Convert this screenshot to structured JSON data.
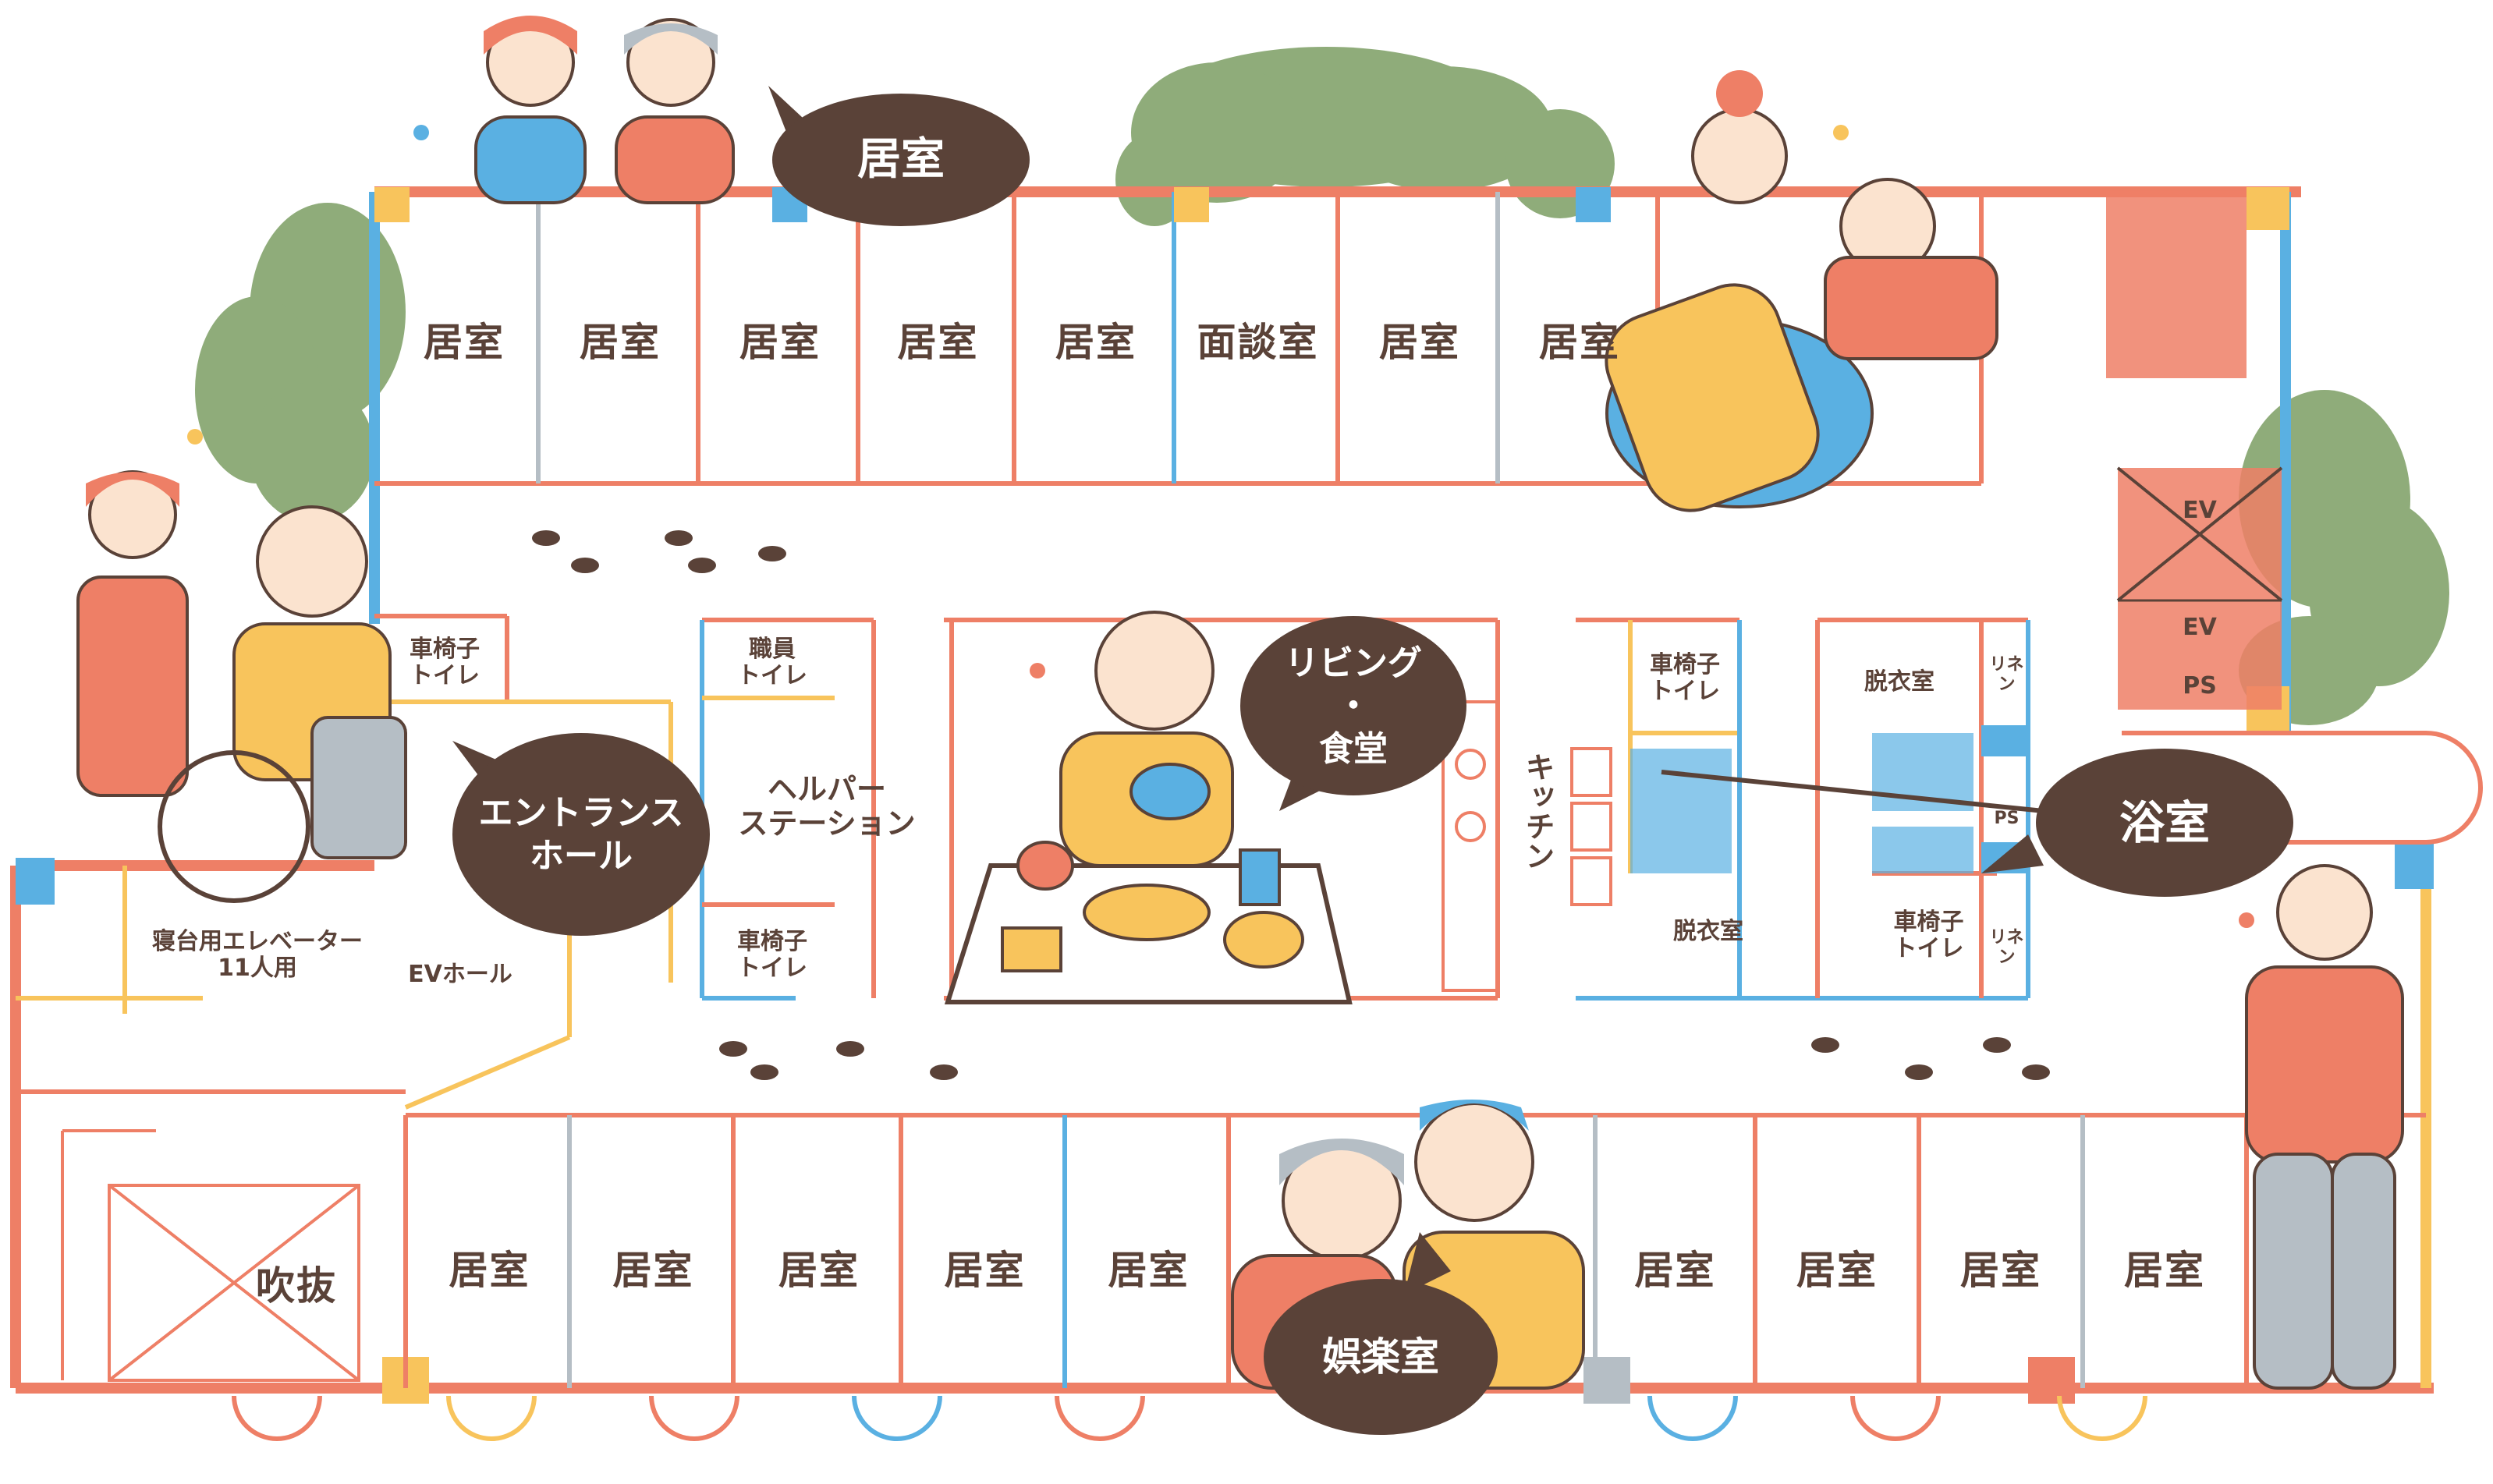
{
  "colors": {
    "salmon": "#ee7f66",
    "blue": "#5ab0e2",
    "yellow": "#f8c45c",
    "gray": "#b5bec5",
    "green": "#8fac7a",
    "brown": "#5a4238",
    "skin": "#fbe3cf"
  },
  "rooms_top": [
    "居室",
    "居室",
    "居室",
    "居室",
    "居室",
    "面談室",
    "居室",
    "居室"
  ],
  "rooms_bottom": [
    "居室",
    "居室",
    "居室",
    "居室",
    "居室",
    "居室",
    "居室",
    "居室",
    "居室"
  ],
  "labels": {
    "wheelchair_toilet": "車椅子\nトイレ",
    "staff_toilet": "職員\nトイレ",
    "help_station": "ヘルパー\nステーション",
    "kitchen": "キッチン",
    "dressing": "脱衣室",
    "linen": "リネン",
    "ps": "PS",
    "ev": "EV",
    "bed_elevator": "寝台用エレベーター\n11人用",
    "ev_hall": "EVホール",
    "atrium": "吹抜"
  },
  "bubbles": {
    "living_room": "居室",
    "entrance": "エントランス\nホール",
    "living_dining": "リビング\n・\n食堂",
    "bath": "浴室",
    "recreation": "娯楽室"
  },
  "icons": [
    "footprints-icon",
    "music-note-icon",
    "tree-icon",
    "elevator-icon",
    "door-icon"
  ]
}
